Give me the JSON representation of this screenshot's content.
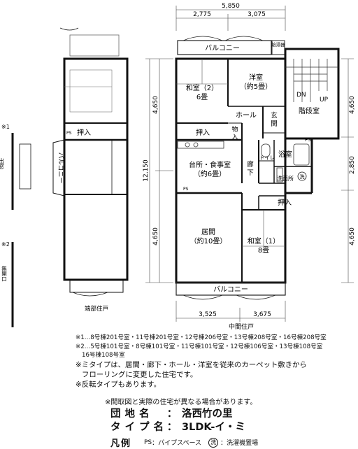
{
  "dimensions": {
    "top_total": "5,850",
    "top_left": "2,775",
    "top_right": "3,075",
    "bottom_left": "3,525",
    "bottom_right": "3,675",
    "left_total": "12,150",
    "left_upper": "4,650",
    "left_lower": "4,650",
    "right_upper": "4,650",
    "right_middle": "2,850",
    "right_lower": "4,650"
  },
  "rooms": {
    "washitsu2_name": "和室（2）",
    "washitsu2_size": "6畳",
    "yoshitsu_name": "洋室",
    "yoshitsu_size": "（約5畳）",
    "hall": "ホール",
    "genkan": "玄関",
    "kaidanshitsu": "階段室",
    "dn": "DN",
    "up": "UP",
    "oshiire_upper": "押入",
    "monoire": "物入",
    "kitchen_name": "台所・食事室",
    "kitchen_size": "（約6畳）",
    "rouka": "廊下",
    "toilet": "トイレ",
    "yokushitsu": "浴室",
    "senmenjo": "洗面所",
    "sen": "洗",
    "oshiire_lower": "押入",
    "ima_name": "居間",
    "ima_size": "（約10畳）",
    "washitsu1_name": "和室（1）",
    "washitsu1_size": "8畳",
    "balcony_top": "バルコニー",
    "balcony_bottom": "バルコニー",
    "kyutoki": "給湯器",
    "ps": "PS",
    "ps2": "PS",
    "ps_kitchen": "PS"
  },
  "alt_plan": {
    "oshiire": "押入",
    "balcony": "バルコニー",
    "ps": "PS",
    "label_bottom": "端部住戸"
  },
  "side": {
    "mark1": "※1",
    "mark1_text": "出窓",
    "mark2": "※2",
    "mark2_text": "無開口"
  },
  "center_label": "中間住戸",
  "notes": {
    "n1a": "※1…8号棟201号室・11号棟201号室・12号棟206号室・13号棟208号室・16号棟208号室",
    "n2a": "※2…5号棟101号室・8号棟101号室・11号棟101号室・12号棟106号室・13号棟108号室",
    "n2b": "16号棟108号室",
    "n3a": "※ミタイプは、居間・廊下・ホール・洋室を従来のカーペット敷きから",
    "n3b": "フローリングに変更した住宅です。",
    "n4": "※反転タイプもあります。"
  },
  "disclaimer": "※間取図と実際の住宅が異なる場合があります。",
  "info": {
    "danchi_label": "団地名",
    "danchi_value": "洛西竹の里",
    "type_label": "タイプ名",
    "type_value": "3LDK-イ・ミ",
    "colon": "："
  },
  "legend": {
    "label": "凡例",
    "ps": "PS",
    "ps_desc": "：パイプスペース",
    "sen": "洗",
    "sen_desc": "：洗濯機置場"
  }
}
